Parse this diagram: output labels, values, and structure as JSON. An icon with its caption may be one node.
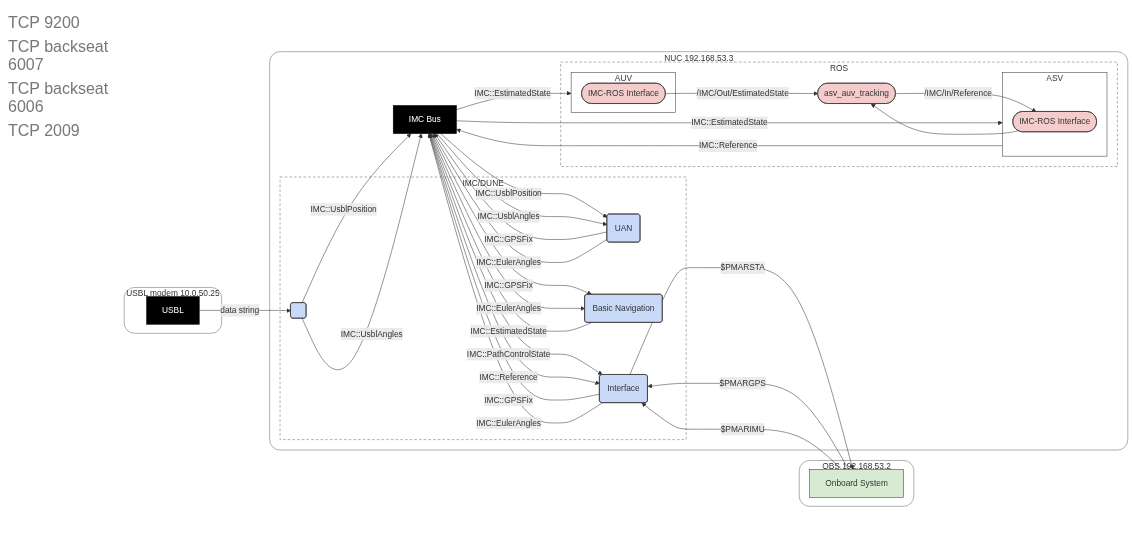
{
  "diagram": {
    "nodes": [
      {
        "text": [
          "USBL modem 10.0.50.25"
        ]
      },
      {
        "text": [
          "USBL"
        ],
        "in": 0
      },
      {
        "text": [
          "OBS 192.168.53.2"
        ]
      },
      {
        "text": [
          "Onboard System"
        ],
        "in": 2
      },
      {
        "text": [
          "NUC 192.168.53.3"
        ]
      },
      {
        "text": [
          "IMC Bus"
        ],
        "in": 4
      },
      {
        "text": [
          "IMC/DUNE"
        ],
        "in": 4
      },
      {
        "text": [],
        "shape": "box",
        "in": 6
      },
      {
        "text": [
          "UAN"
        ],
        "in": 6
      },
      {
        "text": [
          "Basic Navigation"
        ],
        "in": 6
      },
      {
        "text": [
          "Interface"
        ],
        "in": 6
      },
      {
        "text": [
          "ROS"
        ],
        "in": 4
      },
      {
        "text": [
          "AUV"
        ],
        "in": 11
      },
      {
        "text": [
          "IMC-ROS Interface"
        ],
        "in": 12
      },
      {
        "text": [
          "ASV"
        ],
        "in": 11
      },
      {
        "text": [
          "IMC-ROS Interface"
        ],
        "in": 14
      },
      {
        "text": [
          "asv_auv_tracking"
        ],
        "in": 11
      }
    ],
    "edges": [
      {
        "from": 1,
        "to": 7,
        "arrow": "to",
        "label": "data string"
      },
      {
        "from": 7,
        "to": 5,
        "arrow": "to",
        "label": "IMC::UsblPosition"
      },
      {
        "from": 7,
        "to": 5,
        "arrow": "to",
        "label": "IMC::UsblAngles"
      },
      {
        "from": 8,
        "to": 5,
        "arrow": "to",
        "label": "IMC::GPSFix"
      },
      {
        "from": 8,
        "to": 5,
        "arrow": "to",
        "label": "IMC::EulerAngles"
      },
      {
        "from": 5,
        "to": 8,
        "arrow": "to",
        "label": "IMC::UsblPosition"
      },
      {
        "from": 5,
        "to": 8,
        "arrow": "to",
        "label": "IMC::UsblAngles"
      },
      {
        "from": 5,
        "to": 9,
        "arrow": "to",
        "label": "IMC::GPSFix"
      },
      {
        "from": 5,
        "to": 9,
        "arrow": "to",
        "label": "IMC::EulerAngles"
      },
      {
        "from": 9,
        "to": 5,
        "arrow": "to",
        "label": "IMC::EstimatedState"
      },
      {
        "from": 10,
        "to": 3,
        "arrow": "to",
        "label": "$PMARSTA"
      },
      {
        "from": 3,
        "to": 10,
        "arrow": "to",
        "label": "$PMARGPS"
      },
      {
        "from": 3,
        "to": 10,
        "arrow": "to",
        "label": "$PMARIMU"
      },
      {
        "from": 10,
        "to": 5,
        "arrow": "to",
        "label": "IMC::GPSFix"
      },
      {
        "from": 10,
        "to": 5,
        "arrow": "to",
        "label": "IMC::EulerAngles"
      },
      {
        "from": 5,
        "to": 10,
        "arrow": "to",
        "label": "IMC::PathControlState"
      },
      {
        "from": 5,
        "to": 10,
        "arrow": "to",
        "label": "IMC::Reference"
      },
      {
        "from": 5,
        "to": 12,
        "arrow": "to",
        "label": "IMC::EstimatedState"
      },
      {
        "from": 5,
        "to": 14,
        "arrow": "to",
        "label": "IMC::EstimatedState"
      },
      {
        "from": 14,
        "to": 5,
        "arrow": "to",
        "label": "IMC::Reference"
      },
      {
        "from": 13,
        "to": 16,
        "arrow": "to",
        "label": "/IMC/Out/EstimatedState"
      },
      {
        "from": 15,
        "to": 16,
        "arrow": "to"
      },
      {
        "from": 16,
        "to": 15,
        "arrow": "to",
        "label": "/IMC/In/Reference"
      }
    ],
    "labels": [
      "TCP 9200",
      "TCP backseat 6007",
      "TCP backseat 6006",
      "TCP 2009"
    ]
  }
}
